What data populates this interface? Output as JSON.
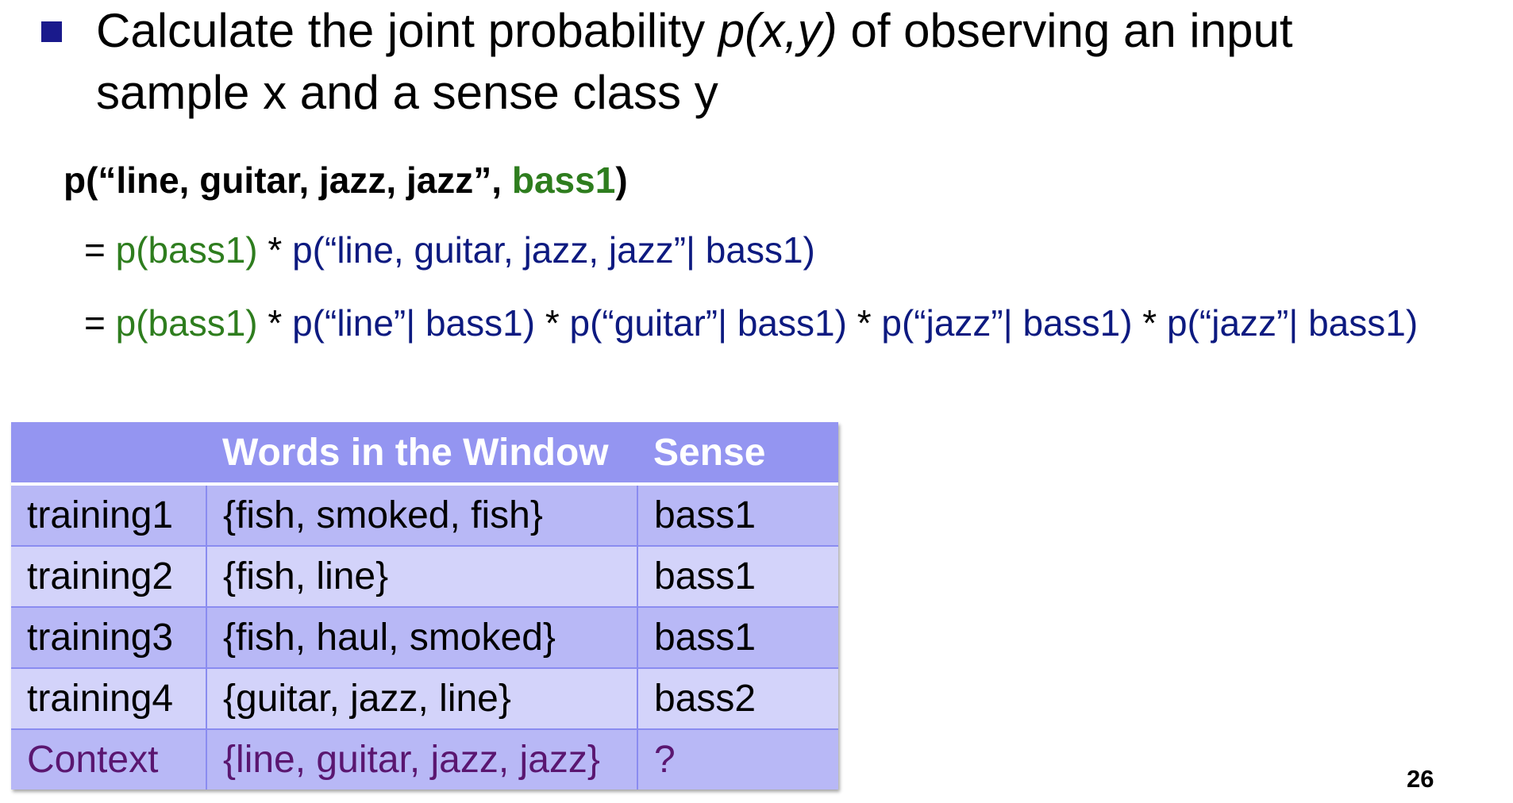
{
  "bullet": {
    "line1_before": "Calculate the joint probability ",
    "line1_italic": "p(x,y)",
    "line1_after": " of observing an input",
    "line2": "sample x and a sense class y"
  },
  "joint": {
    "prefix": "p(“line, guitar, jazz, jazz”, ",
    "sense": "bass1",
    "suffix": ")"
  },
  "expansion1": {
    "eq": "= ",
    "prior": "p(bass1)",
    "times": " * ",
    "likelihood": "p(“line, guitar, jazz, jazz”| bass1)"
  },
  "expansion2": {
    "eq": "= ",
    "prior": "p(bass1)",
    "times1": " * ",
    "term1": "p(“line”| bass1)",
    "times2": " * ",
    "term2": "p(“guitar”| bass1)",
    "times3": " * ",
    "term3": "p(“jazz”| bass1)",
    "times4": " * ",
    "term4": "p(“jazz”| bass1)"
  },
  "table": {
    "headers": [
      "",
      "Words in the Window",
      "Sense"
    ],
    "rows": [
      {
        "id": "training1",
        "words": "{fish, smoked, fish}",
        "sense": "bass1"
      },
      {
        "id": "training2",
        "words": "{fish, line}",
        "sense": "bass1"
      },
      {
        "id": "training3",
        "words": "{fish, haul, smoked}",
        "sense": "bass1"
      },
      {
        "id": "training4",
        "words": "{guitar, jazz, line}",
        "sense": "bass2"
      },
      {
        "id": "Context",
        "words": "{line, guitar, jazz, jazz}",
        "sense": "?"
      }
    ]
  },
  "page_number": "26",
  "colors": {
    "bullet": "#1a1a8c",
    "green": "#2e7d1e",
    "navy": "#0d1a80",
    "header_bg": "#9495f1",
    "row_dark": "#b8b8f6",
    "row_light": "#d3d3fa",
    "context_text": "#5a1670"
  }
}
